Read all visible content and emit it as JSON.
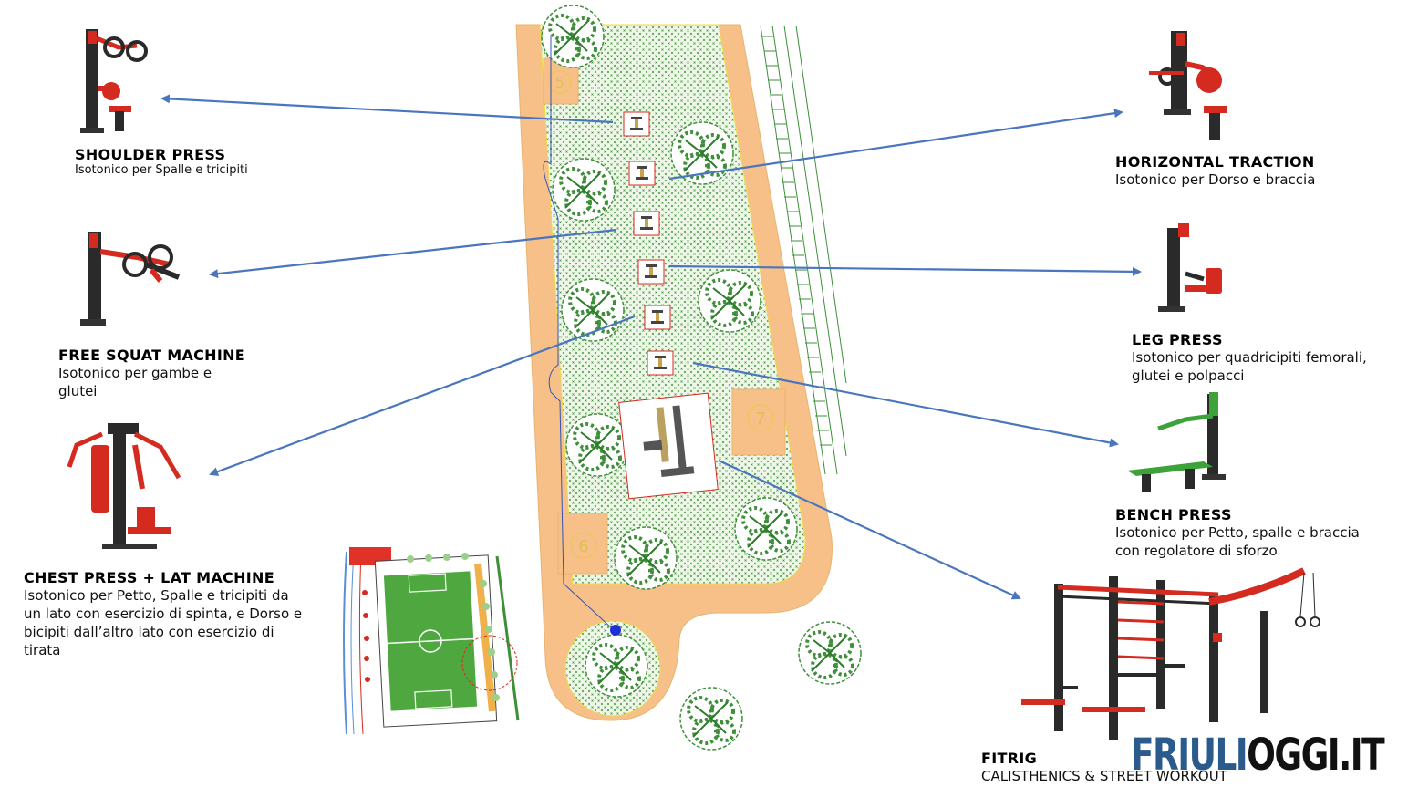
{
  "stations": {
    "shoulder_press": {
      "title": "SHOULDER PRESS",
      "desc": "Isotonico per Spalle e tricipiti"
    },
    "free_squat": {
      "title": "FREE SQUAT MACHINE",
      "desc": "Isotonico per gambe e glutei"
    },
    "chest_press": {
      "title": "CHEST PRESS + LAT MACHINE",
      "desc": "Isotonico per Petto, Spalle e tricipiti da un lato con esercizio di spinta, e Dorso e bicipiti dall’altro lato con esercizio di tirata"
    },
    "horizontal_traction": {
      "title": "HORIZONTAL TRACTION",
      "desc": "Isotonico per Dorso e braccia"
    },
    "leg_press": {
      "title": "LEG PRESS",
      "desc": "Isotonico per quadricipiti femorali, glutei e polpacci"
    },
    "bench_press": {
      "title": "BENCH PRESS",
      "desc": "Isotonico per Petto, spalle e braccia con regolatore di sforzo"
    },
    "fitrig": {
      "title": "FITRIG",
      "desc": "CALISTHENICS & STREET WORKOUT"
    }
  },
  "plan": {
    "area_numbers": [
      "5",
      "7",
      "6"
    ]
  },
  "brand": {
    "part1": "FRIULI",
    "part2": "OGGI.IT"
  },
  "colors": {
    "path": "#f7c089",
    "lawn": "#e9f4e2",
    "tree": "#3f8f3a",
    "arrow": "#4a76bd",
    "equipment_red": "#d42a1f",
    "equipment_dark": "#2a2a2a",
    "bench_green": "#3da23a",
    "brand_blue": "#2a5b8c"
  }
}
